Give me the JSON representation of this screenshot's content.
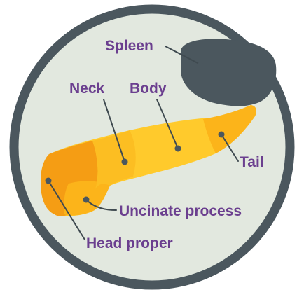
{
  "diagram": {
    "colors": {
      "background": "#ffffff",
      "disc_fill": "#e2e8df",
      "ring": "#4b575e",
      "spleen": "#4b575e",
      "label_text": "#6b3f8f",
      "leader_line": "#3f4a50",
      "pancreas_light": "#ffca2c",
      "pancreas_mid": "#fcb41a",
      "pancreas_dark": "#f59d14",
      "dot": "#4b575e"
    },
    "labels": [
      {
        "id": "spleen",
        "text": "Spleen"
      },
      {
        "id": "neck",
        "text": "Neck"
      },
      {
        "id": "body",
        "text": "Body"
      },
      {
        "id": "tail",
        "text": "Tail"
      },
      {
        "id": "uncinate",
        "text": "Uncinate process"
      },
      {
        "id": "head",
        "text": "Head proper"
      }
    ]
  }
}
